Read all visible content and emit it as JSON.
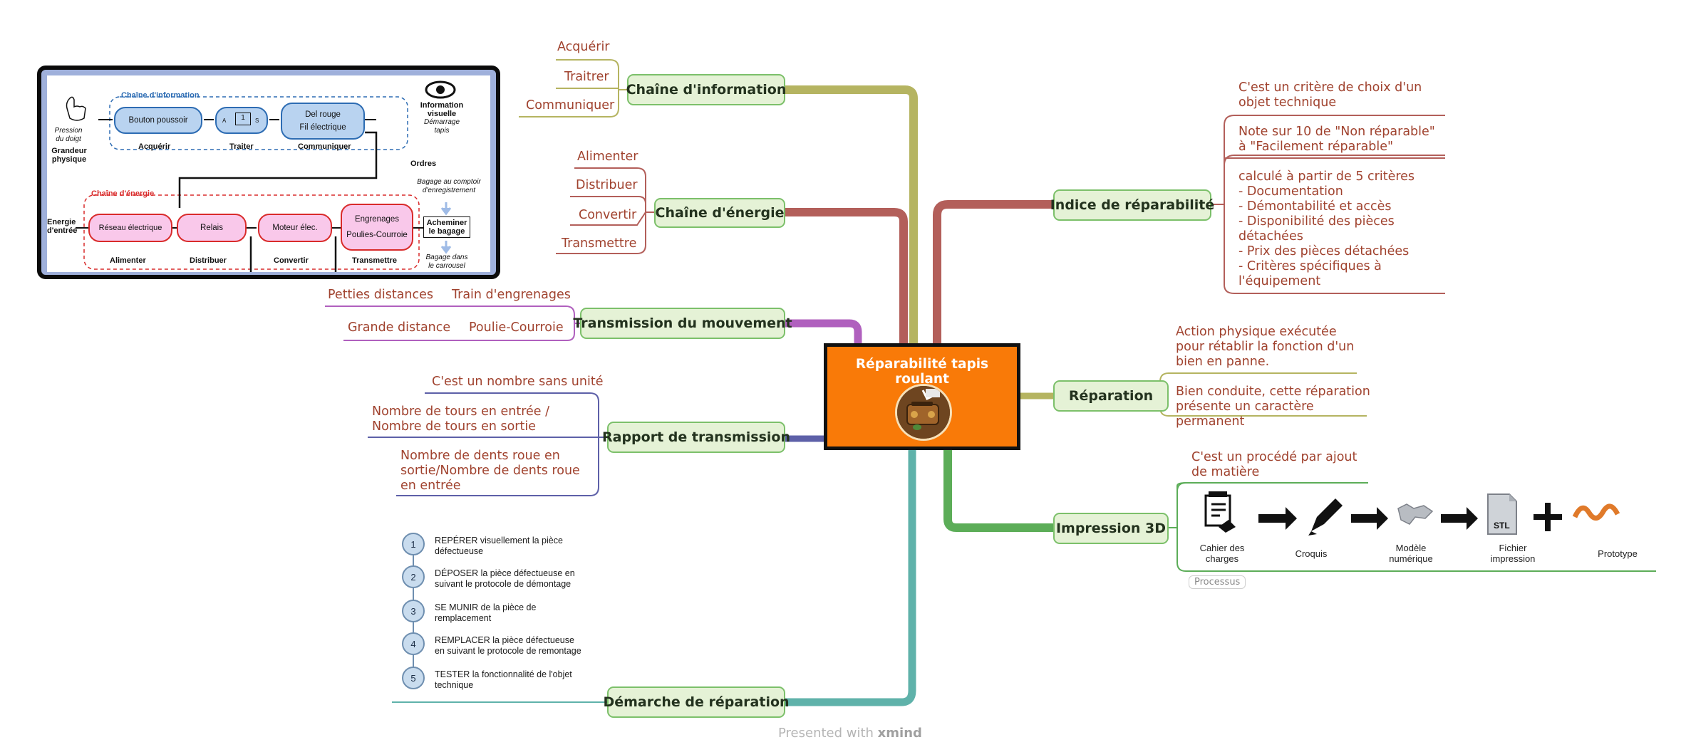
{
  "root": {
    "title": "Réparabilité tapis roulant"
  },
  "branches": {
    "chaine_info": {
      "label": "Chaîne d'information",
      "leaves": [
        "Acquérir",
        "Traitrer",
        "Communiquer"
      ]
    },
    "chaine_energie": {
      "label": "Chaîne d'énergie",
      "leaves": [
        "Alimenter",
        "Distribuer",
        "Convertir",
        "Transmettre"
      ]
    },
    "transmission": {
      "label": "Transmission du mouvement",
      "leaves": [
        "Petties distances",
        "Train d'engrenages",
        "Grande distance",
        "Poulie-Courroie"
      ]
    },
    "rapport": {
      "label": "Rapport de transmission",
      "leaves": [
        "C'est un nombre sans unité",
        "Nombre de tours en entrée / Nombre de tours en sortie",
        "Nombre de dents roue en sortie/Nombre de dents roue en entrée"
      ]
    },
    "demarche": {
      "label": "Démarche de réparation"
    },
    "indice": {
      "label": "Indice de réparabilité",
      "leaves": [
        "C'est un critère de choix d'un objet technique",
        "Note sur 10 de \"Non réparable\" à \"Facilement réparable\""
      ],
      "criteria_lines": [
        "calculé à partir de 5 critères",
        "- Documentation",
        "- Démontabilité et accès",
        "- Disponibilité des pièces détachées",
        "- Prix des pièces détachées",
        "- Critères spécifiques à l'équipement"
      ]
    },
    "reparation": {
      "label": "Réparation",
      "leaves": [
        "Action physique exécutée pour rétablir la fonction d'un bien en panne.",
        "Bien conduite, cette réparation présente un caractère permanent"
      ]
    },
    "impression": {
      "label": "Impression 3D",
      "leaves": [
        "C'est un procédé par ajout de matière"
      ],
      "tag": "Processus"
    }
  },
  "steps": [
    {
      "num": "1",
      "text": "REPÉRER visuellement la pièce défectueuse"
    },
    {
      "num": "2",
      "text": "DÉPOSER la pièce défectueuse en suivant le protocole de démontage"
    },
    {
      "num": "3",
      "text": "SE MUNIR de la pièce de remplacement"
    },
    {
      "num": "4",
      "text": "REMPLACER la pièce défectueuse en suivant le protocole de remontage"
    },
    {
      "num": "5",
      "text": "TESTER la fonctionnalité de l'objet technique"
    }
  ],
  "process": [
    "Cahier des charges",
    "Croquis",
    "Modèle numérique",
    "Fichier impression",
    "Prototype"
  ],
  "stl_label": "STL",
  "inset": {
    "info_title": "Chaîne d'information",
    "energy_title": "Chaîne d'énergie",
    "boxes_info": [
      "Bouton poussoir",
      "Del rouge",
      "Fil électrique"
    ],
    "gate": {
      "a": "A",
      "one": "1",
      "s": "S"
    },
    "labels_info": [
      "Acquérir",
      "Traiter",
      "Communiquer"
    ],
    "boxes_energy": [
      "Réseau électrique",
      "Relais",
      "Moteur élec.",
      "Engrenages",
      "Poulies-Courroie"
    ],
    "labels_energy": [
      "Alimenter",
      "Distribuer",
      "Convertir",
      "Transmettre"
    ],
    "pression": [
      "Pression",
      "du doigt"
    ],
    "grandeur": [
      "Grandeur",
      "physique"
    ],
    "info_visuelle": [
      "Information",
      "visuelle"
    ],
    "demarrage": [
      "Démarrage",
      "tapis"
    ],
    "ordres": "Ordres",
    "bagage_comptoir": [
      "Bagage au comptoir",
      "d'enregistrement"
    ],
    "energie": [
      "Energie",
      "d'entrée"
    ],
    "acheminer": [
      "Acheminer",
      "le bagage"
    ],
    "bagage_carrousel": [
      "Bagage dans",
      "le carrousel"
    ]
  },
  "footer": {
    "prefix": "Presented with ",
    "brand": "xmind"
  },
  "colors": {
    "root": "#f97a08",
    "node_fill": "#e5f2d6",
    "node_border": "#7cc06a",
    "leaf_text": "#a0422e",
    "branch_info": "#b5b461",
    "branch_energy": "#b35f5a",
    "branch_transmission": "#b060be",
    "branch_rapport": "#5d60a8",
    "branch_demarche": "#5fb2aa",
    "branch_indice": "#b35f5a",
    "branch_reparation": "#b5b461",
    "branch_impression": "#5cad58"
  }
}
